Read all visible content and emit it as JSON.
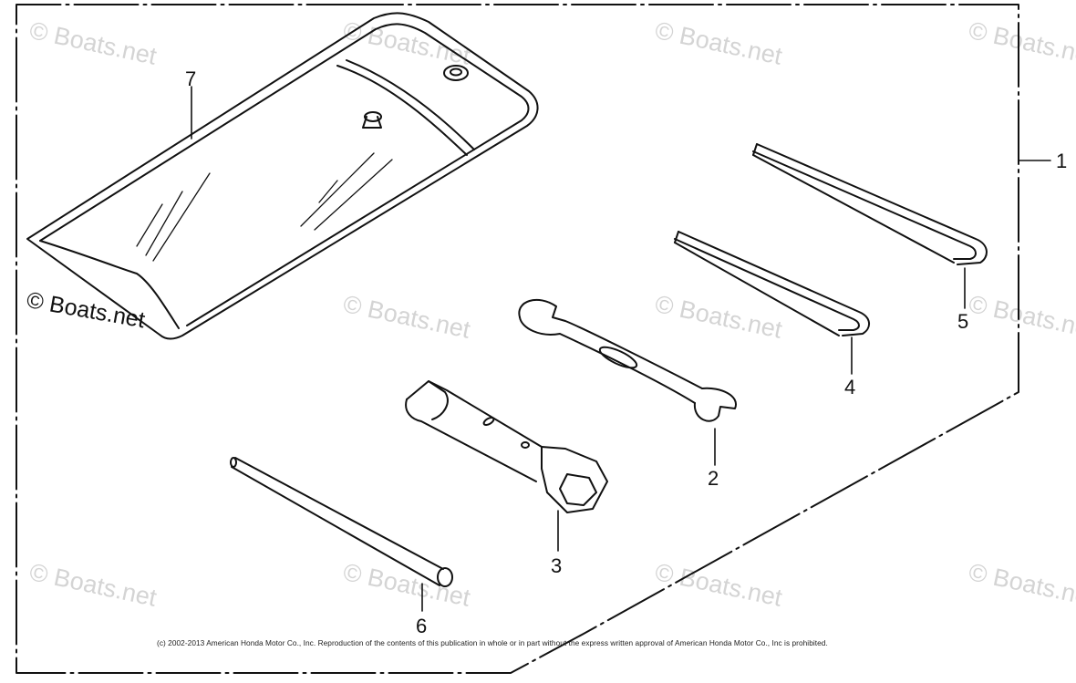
{
  "watermark": {
    "text": "© Boats.net",
    "primary_text": "© Boats.net"
  },
  "callouts": {
    "item1": "1",
    "item2": "2",
    "item3": "3",
    "item4": "4",
    "item5": "5",
    "item6": "6",
    "item7": "7"
  },
  "copyright": "(c) 2002-2013 American Honda Motor Co., Inc. Reproduction of the contents of this publication in whole or in part without the express written approval of American Honda Motor Co., Inc is prohibited.",
  "colors": {
    "line": "#111111",
    "watermark": "#d4d4d4",
    "background": "#ffffff"
  }
}
